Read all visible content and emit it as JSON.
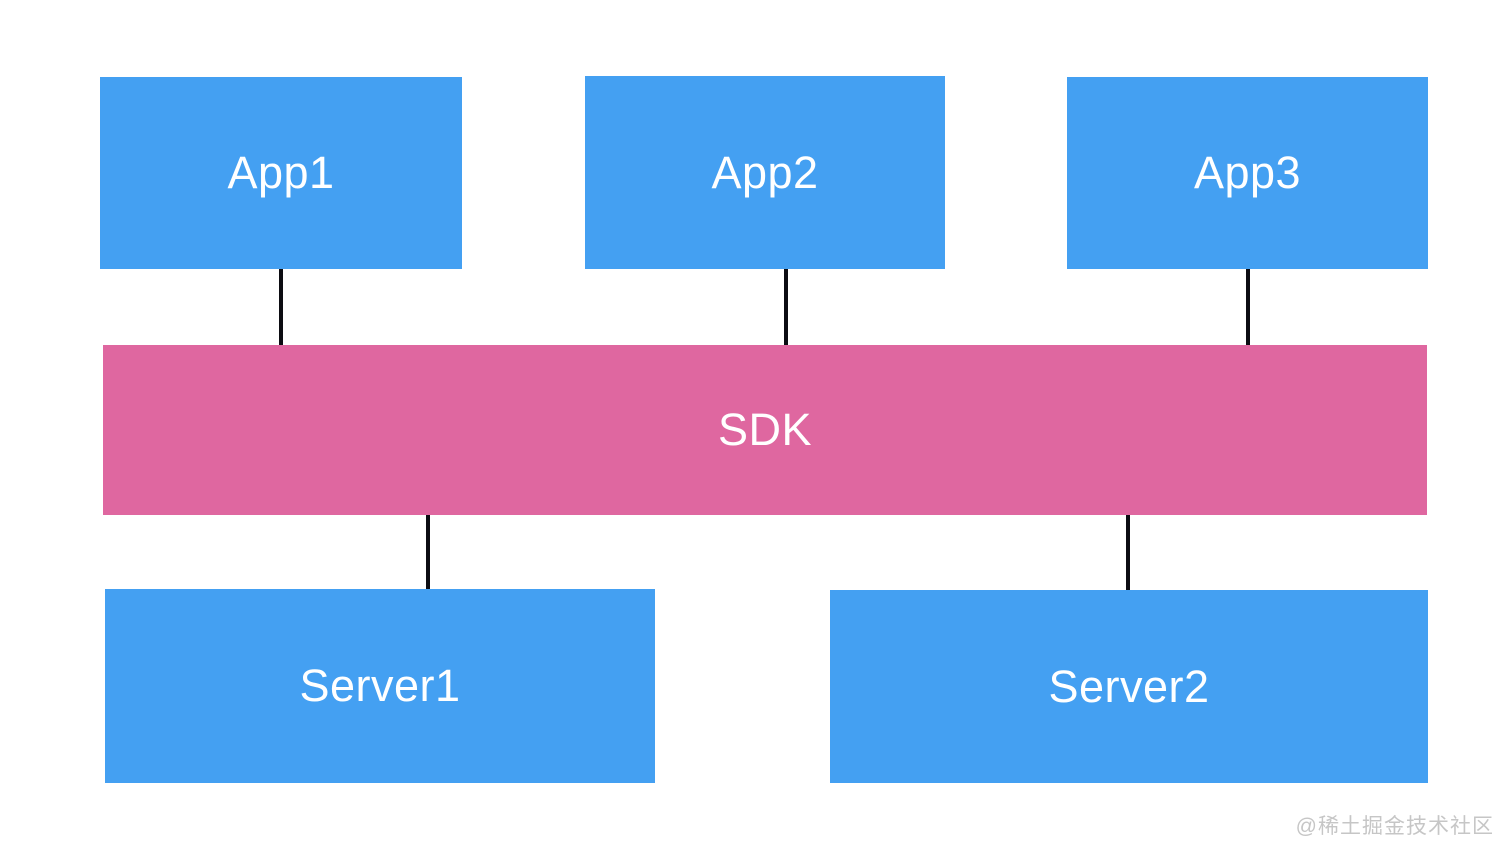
{
  "colors": {
    "node_blue": "#44a0f2",
    "node_pink": "#df67a0",
    "connector_black": "#0c0c12",
    "label_white": "#ffffff",
    "watermark_gray": "#c6c6c6",
    "background": "#ffffff"
  },
  "diagram": {
    "type": "architecture-diagram",
    "nodes": [
      {
        "id": "app1",
        "label": "App1",
        "role": "app",
        "color": "#44a0f2"
      },
      {
        "id": "app2",
        "label": "App2",
        "role": "app",
        "color": "#44a0f2"
      },
      {
        "id": "app3",
        "label": "App3",
        "role": "app",
        "color": "#44a0f2"
      },
      {
        "id": "sdk",
        "label": "SDK",
        "role": "sdk",
        "color": "#df67a0"
      },
      {
        "id": "server1",
        "label": "Server1",
        "role": "server",
        "color": "#44a0f2"
      },
      {
        "id": "server2",
        "label": "Server2",
        "role": "server",
        "color": "#44a0f2"
      }
    ],
    "edges": [
      {
        "from": "App1",
        "to": "SDK"
      },
      {
        "from": "App2",
        "to": "SDK"
      },
      {
        "from": "App3",
        "to": "SDK"
      },
      {
        "from": "SDK",
        "to": "Server1"
      },
      {
        "from": "SDK",
        "to": "Server2"
      }
    ]
  },
  "watermark": {
    "text": "@稀土掘金技术社区"
  }
}
